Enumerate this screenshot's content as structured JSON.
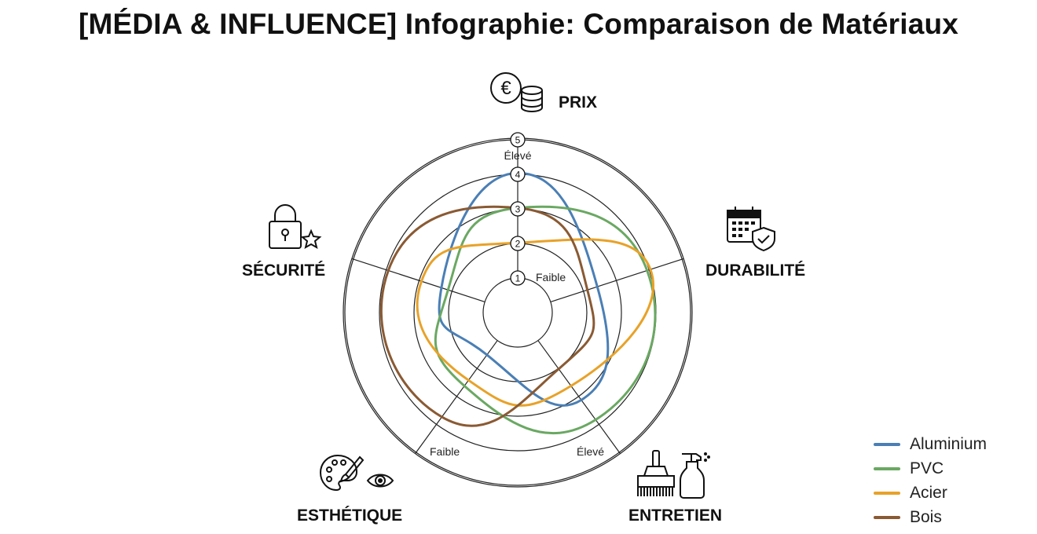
{
  "title": "[MÉDIA & INFLUENCE] Infographie: Comparaison de Matériaux",
  "chart_data": {
    "type": "radar",
    "title": "[MÉDIA & INFLUENCE] Infographie: Comparaison de Matériaux",
    "axes": [
      "PRIX",
      "DURABILITÉ",
      "ENTRETIEN",
      "ESTHÉTIQUE",
      "SÉCURITÉ"
    ],
    "axis_icons": [
      "euro-coins-icon",
      "calendar-shield-icon",
      "brush-spray-icon",
      "palette-eye-icon",
      "lock-star-icon"
    ],
    "scale": {
      "min": 0,
      "max": 5,
      "ticks": [
        1,
        2,
        3,
        4,
        5
      ]
    },
    "annotations": {
      "high": "Élevé",
      "low": "Faible"
    },
    "series": [
      {
        "name": "Aluminium",
        "color": "#4a7fb5",
        "values": [
          4,
          2.4,
          3.1,
          1.5,
          2.3
        ]
      },
      {
        "name": "PVC",
        "color": "#6aa862",
        "values": [
          3,
          3.9,
          3.8,
          2.6,
          2.1
        ]
      },
      {
        "name": "Acier",
        "color": "#e8a228",
        "values": [
          2,
          4,
          2.6,
          2.4,
          2.9
        ]
      },
      {
        "name": "Bois",
        "color": "#8a5a33",
        "values": [
          3,
          2.1,
          2.0,
          3.7,
          3.9
        ]
      }
    ],
    "legend_position": "bottom-right",
    "grid": true
  }
}
